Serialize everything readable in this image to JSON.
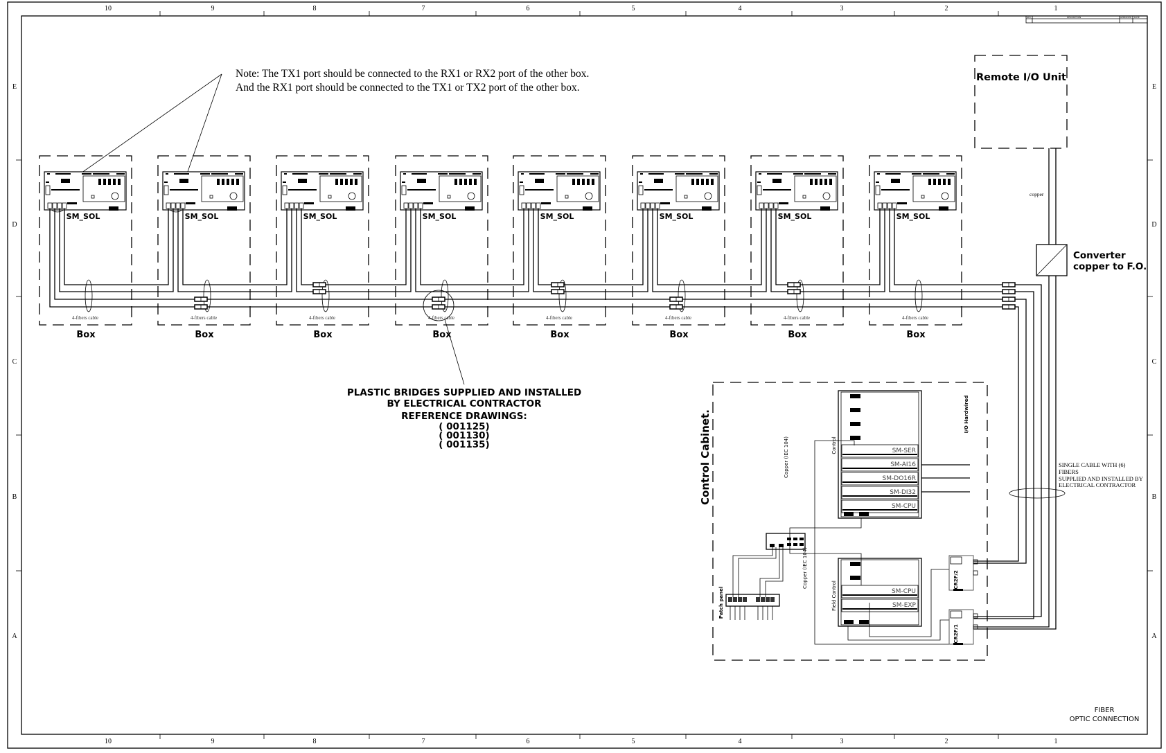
{
  "frame": {
    "columns": [
      "10",
      "9",
      "8",
      "7",
      "6",
      "5",
      "4",
      "3",
      "2",
      "1"
    ],
    "rows": [
      "E",
      "D",
      "C",
      "B",
      "A"
    ],
    "title_block": {
      "rev": "REV",
      "description": "DESCRIPTION",
      "approved": "APPROVED",
      "date": "DATE"
    }
  },
  "note": {
    "line1": "Note: The TX1 port should be connected to the RX1 or RX2 port of the other box.",
    "line2": "And the RX1 port should be connected to the TX1 or TX2 port of the other box."
  },
  "boxes": [
    {
      "label": "Box",
      "module": "SM_SOL",
      "cable": "4-fibers cable"
    },
    {
      "label": "Box",
      "module": "SM_SOL",
      "cable": "4-fibers cable"
    },
    {
      "label": "Box",
      "module": "SM_SOL",
      "cable": "4-fibers cable"
    },
    {
      "label": "Box",
      "module": "SM_SOL",
      "cable": "4-fibers cable"
    },
    {
      "label": "Box",
      "module": "SM_SOL",
      "cable": "4-fibers cable"
    },
    {
      "label": "Box",
      "module": "SM_SOL",
      "cable": "4-fibers cable"
    },
    {
      "label": "Box",
      "module": "SM_SOL",
      "cable": "4-fibers cable"
    },
    {
      "label": "Box",
      "module": "SM_SOL",
      "cable": "4-fibers cable"
    }
  ],
  "plastic_bridges": {
    "lines": [
      "PLASTIC BRIDGES SUPPLIED AND INSTALLED",
      "BY ELECTRICAL CONTRACTOR",
      "REFERENCE DRAWINGS:",
      "( 001125)",
      "( 001130)",
      "( 001135)"
    ]
  },
  "remote_io": {
    "title": "Remote I/O Unit",
    "link_label": "copper"
  },
  "converter": {
    "line1": "Converter",
    "line2": "copper to F.O."
  },
  "single_cable": {
    "lines": [
      "SINGLE CABLE WITH (6)",
      "FIBERS",
      "SUPPLIED AND INSTALLED BY",
      "ELECTRICAL CONTRACTOR"
    ]
  },
  "cabinet": {
    "title": "Control Cabinet.",
    "copper_label": "Copper (IEC 104)",
    "control_label": "Control",
    "io_label": "I/O Hardwired",
    "field_label": "Field Control",
    "patch_label": "Patch panel",
    "control_modules": [
      "SM-SER",
      "SM-AI16",
      "SM-DO16R",
      "SM-DI32",
      "SM-CPU"
    ],
    "field_modules": [
      "SM-CPU",
      "SM-EXP"
    ],
    "converters": [
      "CR2F/2",
      "CR2F/1"
    ]
  },
  "footer": {
    "line1": "FIBER",
    "line2": "OPTIC CONNECTION"
  }
}
